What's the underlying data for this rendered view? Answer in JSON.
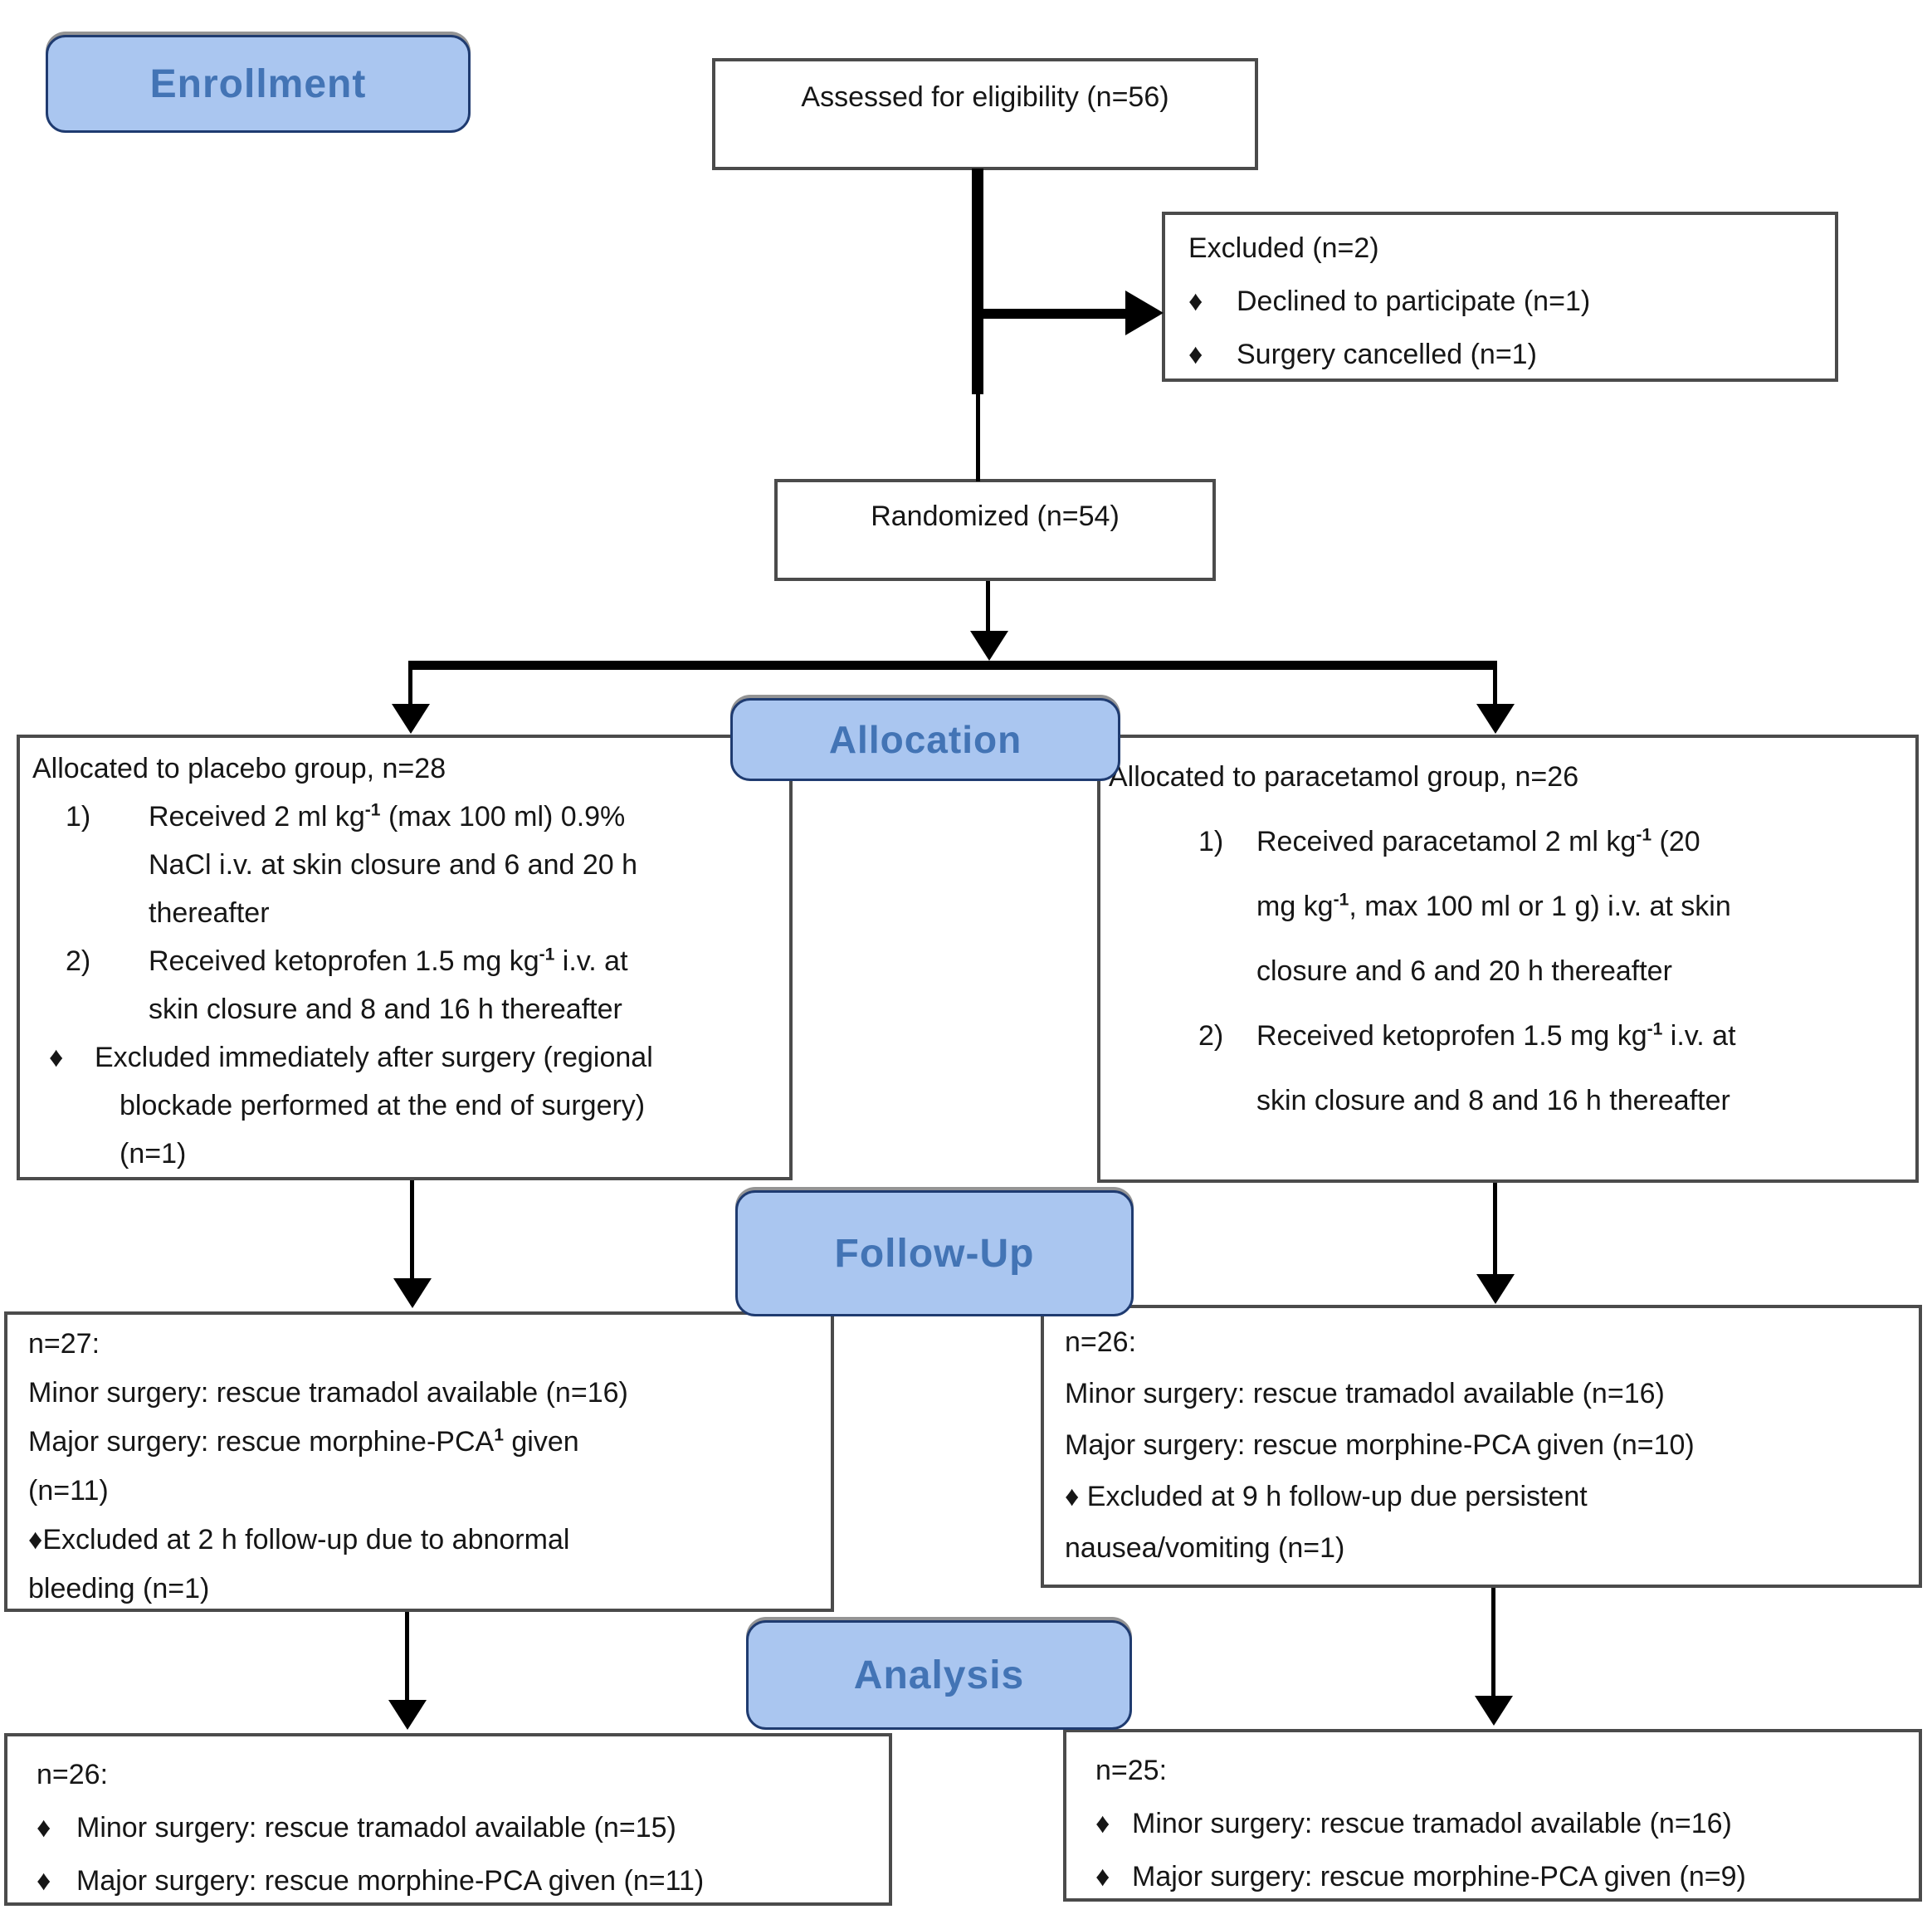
{
  "palette": {
    "label-fill": "#aac6f0",
    "label-border": "#1f3b70",
    "label-text": "#4374b5",
    "box-border": "#4b4b4b",
    "arrow-color": "#000000",
    "text-color": "#161616",
    "background": "#ffffff"
  },
  "stages": {
    "enrollment": "Enrollment",
    "allocation": "Allocation",
    "followup": "Follow-Up",
    "analysis": "Analysis"
  },
  "boxes": {
    "assessed": {
      "text": "Assessed for eligibility (n=56)"
    },
    "randomized": {
      "text": "Randomized (n=54)"
    },
    "excluded": {
      "lines": [
        {
          "pad": 28,
          "seg": [
            [
              "Excluded (n=2)"
            ]
          ]
        },
        {
          "pad": 28,
          "m": "♦",
          "mw": 58,
          "seg": [
            [
              "Declined to participate (n=1)"
            ]
          ]
        },
        {
          "pad": 28,
          "m": "♦",
          "mw": 58,
          "seg": [
            [
              "Surgery cancelled (n=1)"
            ]
          ]
        }
      ]
    },
    "alloc_left": {
      "lines": [
        {
          "pad": 15,
          "seg": [
            [
              "Allocated to placebo group, n=28"
            ]
          ]
        },
        {
          "pad": 55,
          "m": "1)",
          "mw": 100,
          "seg": [
            [
              "Received 2 ml kg"
            ],
            [
              "-1",
              "sup"
            ],
            [
              " (max 100 ml) 0.9%"
            ]
          ]
        },
        {
          "pad": 155,
          "seg": [
            [
              "NaCl i.v. at skin closure and 6 and 20 h"
            ]
          ]
        },
        {
          "pad": 155,
          "seg": [
            [
              "thereafter"
            ]
          ]
        },
        {
          "pad": 55,
          "m": "2)",
          "mw": 100,
          "seg": [
            [
              "Received ketoprofen 1.5 mg kg"
            ],
            [
              "-1",
              "sup"
            ],
            [
              " i.v. at"
            ]
          ]
        },
        {
          "pad": 155,
          "seg": [
            [
              "skin closure and 8 and 16 h thereafter"
            ]
          ]
        },
        {
          "pad": 35,
          "m": "♦",
          "mw": 55,
          "seg": [
            [
              "Excluded immediately after surgery (regional"
            ]
          ]
        },
        {
          "pad": 120,
          "seg": [
            [
              "blockade performed at the end of surgery)"
            ]
          ]
        },
        {
          "pad": 120,
          "seg": [
            [
              "(n=1)"
            ]
          ]
        }
      ]
    },
    "alloc_right": {
      "lines": [
        {
          "pad": 10,
          "seg": [
            [
              "Allocated to paracetamol group, n=26"
            ]
          ]
        },
        {
          "pad": 118,
          "m": "1)",
          "mw": 70,
          "seg": [
            [
              "Received paracetamol 2 ml kg"
            ],
            [
              "-1",
              "sup"
            ],
            [
              " (20"
            ]
          ]
        },
        {
          "pad": 188,
          "seg": [
            [
              "mg kg"
            ],
            [
              "-1",
              "sup"
            ],
            [
              ", max 100 ml or 1 g) i.v. at skin"
            ]
          ]
        },
        {
          "pad": 188,
          "seg": [
            [
              "closure and 6 and 20 h thereafter"
            ]
          ]
        },
        {
          "pad": 118,
          "m": "2)",
          "mw": 70,
          "seg": [
            [
              "Received ketoprofen 1.5 mg kg"
            ],
            [
              "-1",
              "sup"
            ],
            [
              " i.v. at"
            ]
          ]
        },
        {
          "pad": 188,
          "seg": [
            [
              "skin closure and 8 and 16 h thereafter"
            ]
          ]
        }
      ]
    },
    "followup_left": {
      "lines": [
        {
          "pad": 25,
          "seg": [
            [
              "n=27:"
            ]
          ]
        },
        {
          "pad": 25,
          "seg": [
            [
              "Minor surgery: rescue tramadol available (n=16)"
            ]
          ]
        },
        {
          "pad": 25,
          "seg": [
            [
              "Major surgery: rescue morphine-PCA"
            ],
            [
              "1",
              "sup"
            ],
            [
              " given"
            ]
          ]
        },
        {
          "pad": 25,
          "seg": [
            [
              "(n=11)"
            ]
          ]
        },
        {
          "pad": 25,
          "seg": [
            [
              "♦Excluded at 2 h follow-up due to abnormal"
            ]
          ]
        },
        {
          "pad": 25,
          "seg": [
            [
              "bleeding (n=1)"
            ]
          ]
        }
      ]
    },
    "followup_right": {
      "lines": [
        {
          "pad": 25,
          "seg": [
            [
              "n=26:"
            ]
          ]
        },
        {
          "pad": 25,
          "seg": [
            [
              "Minor surgery: rescue tramadol available (n=16)"
            ]
          ]
        },
        {
          "pad": 25,
          "seg": [
            [
              "Major surgery: rescue morphine-PCA given (n=10)"
            ]
          ]
        },
        {
          "pad": 25,
          "seg": [
            [
              "♦ Excluded at 9 h follow-up due persistent"
            ]
          ]
        },
        {
          "pad": 25,
          "seg": [
            [
              "nausea/vomiting (n=1)"
            ]
          ]
        }
      ]
    },
    "analysis_left": {
      "lines": [
        {
          "pad": 35,
          "seg": [
            [
              "n=26:"
            ]
          ]
        },
        {
          "pad": 35,
          "m": "♦",
          "mw": 48,
          "seg": [
            [
              "Minor surgery: rescue tramadol available (n=15)"
            ]
          ]
        },
        {
          "pad": 35,
          "m": "♦",
          "mw": 48,
          "seg": [
            [
              "Major surgery: rescue morphine-PCA given (n=11)"
            ]
          ]
        }
      ]
    },
    "analysis_right": {
      "lines": [
        {
          "pad": 35,
          "seg": [
            [
              "n=25:"
            ]
          ]
        },
        {
          "pad": 35,
          "m": "♦",
          "mw": 44,
          "seg": [
            [
              "Minor surgery: rescue tramadol available (n=16)"
            ]
          ]
        },
        {
          "pad": 35,
          "m": "♦",
          "mw": 44,
          "seg": [
            [
              "Major surgery: rescue morphine-PCA given (n=9)"
            ]
          ]
        }
      ]
    }
  }
}
